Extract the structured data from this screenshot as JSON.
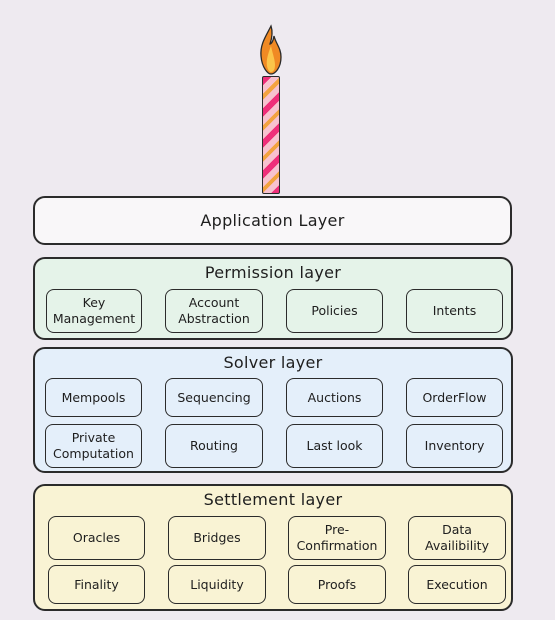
{
  "colors": {
    "background": "#eeeaf0",
    "application_fill": "#f9f7f9",
    "permission_fill": "#e5f3e9",
    "solver_fill": "#e4effa",
    "settlement_fill": "#f9f3d4",
    "candle_stripe_pink": "#ef2f7a",
    "candle_stripe_light": "#f7c2cf",
    "candle_stripe_orange": "#f3a340",
    "flame_outer": "#f08a24"
  },
  "candle": {
    "icon": "candle-flame-icon"
  },
  "application_layer": {
    "title": "Application Layer"
  },
  "permission_layer": {
    "title": "Permission layer",
    "items": [
      "Key\nManagement",
      "Account\nAbstraction",
      "Policies",
      "Intents"
    ]
  },
  "solver_layer": {
    "title": "Solver layer",
    "items": [
      "Mempools",
      "Sequencing",
      "Auctions",
      "OrderFlow",
      "Private\nComputation",
      "Routing",
      "Last look",
      "Inventory"
    ]
  },
  "settlement_layer": {
    "title": "Settlement layer",
    "items": [
      "Oracles",
      "Bridges",
      "Pre-\nConfirmation",
      "Data\nAvailibility",
      "Finality",
      "Liquidity",
      "Proofs",
      "Execution"
    ]
  }
}
